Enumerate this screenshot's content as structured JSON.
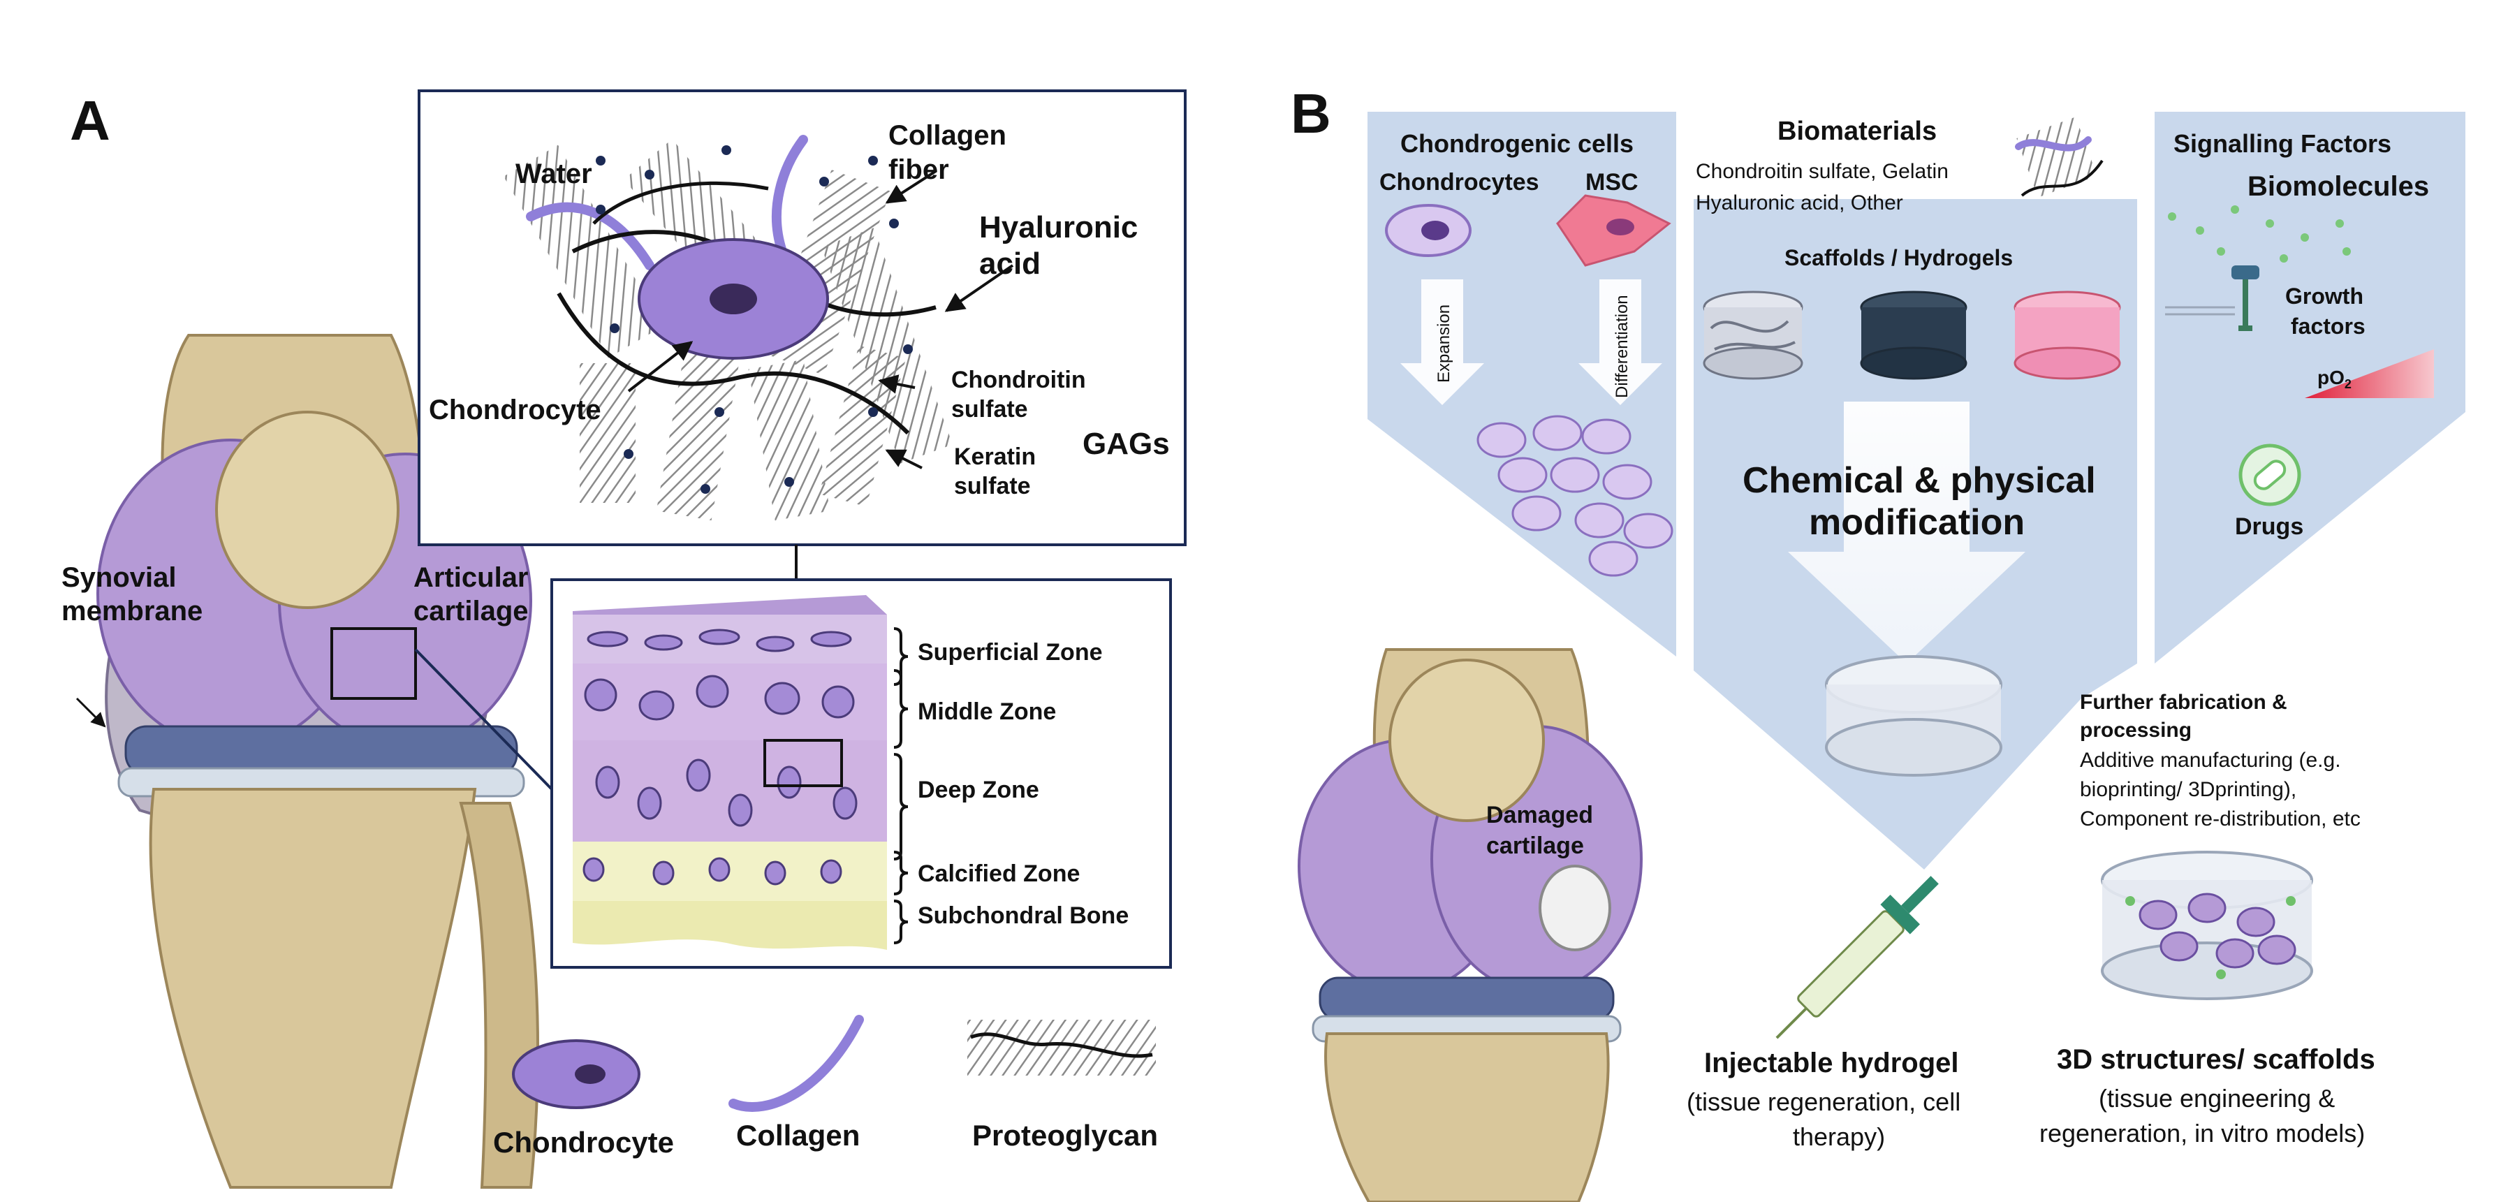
{
  "panel_a": {
    "letter": "A",
    "labels": {
      "synovial_1": "Synovial",
      "synovial_2": "membrane",
      "articular_1": "Articular",
      "articular_2": "cartilage",
      "water": "Water",
      "collagen_fiber_1": "Collagen",
      "collagen_fiber_2": "fiber",
      "hyaluronic_1": "Hyaluronic",
      "hyaluronic_2": "acid",
      "chondrocyte": "Chondrocyte",
      "chondroitin_1": "Chondroitin",
      "chondroitin_2": "sulfate",
      "keratin_1": "Keratin",
      "keratin_2": "sulfate",
      "gags": "GAGs"
    },
    "zones": [
      "Superficial Zone",
      "Middle Zone",
      "Deep Zone",
      "Calcified Zone",
      "Subchondral Bone"
    ],
    "legend": [
      "Chondrocyte",
      "Collagen",
      "Proteoglycan"
    ]
  },
  "panel_b": {
    "letter": "B",
    "chondrogenic": {
      "title": "Chondrogenic cells",
      "chondrocytes": "Chondrocytes",
      "msc": "MSC",
      "expansion": "Expansion",
      "differentiation": "Differentiation"
    },
    "biomaterials": {
      "title": "Biomaterials",
      "line1": "Chondroitin sulfate, Gelatin",
      "line2": "Hyaluronic acid, Other",
      "scaffolds": "Scaffolds / Hydrogels"
    },
    "signalling": {
      "title": "Signalling Factors",
      "biomolecules": "Biomolecules",
      "growth_1": "Growth",
      "growth_2": "factors",
      "po2": "pO",
      "po2_sub": "2",
      "drugs": "Drugs"
    },
    "modification_1": "Chemical & physical",
    "modification_2": "modification",
    "damaged_1": "Damaged",
    "damaged_2": "cartilage",
    "fabrication": {
      "title_1": "Further fabrication &",
      "title_2": "processing",
      "line1": "Additive manufacturing (e.g.",
      "line2": "bioprinting/ 3Dprinting),",
      "line3": "Component re-distribution, etc"
    },
    "injectable": {
      "title": "Injectable hydrogel",
      "sub1": "(tissue regeneration, cell",
      "sub2": "therapy)"
    },
    "structures": {
      "title": "3D structures/ scaffolds",
      "sub1": "(tissue engineering &",
      "sub2": "regeneration, in vitro models)"
    }
  },
  "colors": {
    "cartilage_purple": "#b59ad6",
    "bone_beige": "#d9c79b",
    "panel_blue": "#c9d8ec",
    "cell_purple": "#9c82d6"
  }
}
